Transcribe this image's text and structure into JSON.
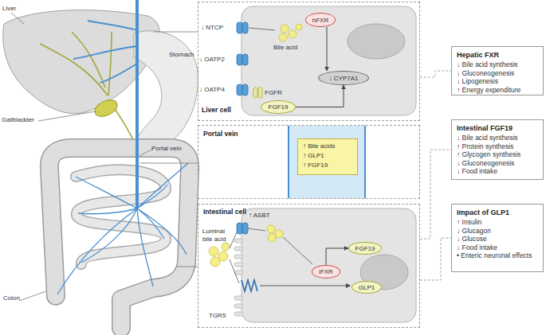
{
  "diagram": {
    "nodes": [
      {
        "text": [
          "Liver cell"
        ]
      },
      {
        "text": [
          "hFXR"
        ],
        "in": 0
      },
      {
        "text": [
          "↓ CYP7A1"
        ],
        "in": 0
      },
      {
        "text": [
          "FGF19"
        ],
        "in": 0
      },
      {
        "text": [
          "Portal vein"
        ]
      },
      {
        "text": [
          "↑ Bile acids",
          "↑ GLP1",
          "↑ FGF19"
        ],
        "in": 4
      },
      {
        "text": [
          "Intestinal cell"
        ]
      },
      {
        "text": [
          "FGF19"
        ],
        "in": 6
      },
      {
        "text": [
          "iFXR"
        ],
        "in": 6
      },
      {
        "text": [
          "GLP1"
        ],
        "in": 6
      },
      {
        "text": [
          "Hepatic FXR",
          "↓ Bile acid synthesis",
          "↓ Gluconeogenesis",
          "↓ Lipogenesis",
          "↑ Energy expenditure"
        ]
      },
      {
        "text": [
          "Intestinal FGF19",
          "↓ Bile acid synthesis",
          "↑ Protein synthesis",
          "↑ Glycogen synthesis",
          "↓ Gluconeogenesis",
          "↓ Food intake"
        ]
      },
      {
        "text": [
          "Impact of GLP1",
          "↑ Insulin",
          "↓ Glucagon",
          "↓ Glucose",
          "↓ Food intake",
          "• Enteric neuronal effects"
        ]
      }
    ],
    "edges": [
      {
        "from": 1,
        "to": 2,
        "arrow": "to"
      },
      {
        "from": 3,
        "to": 2,
        "arrow": "to"
      },
      {
        "from": 8,
        "to": 7,
        "arrow": "to"
      },
      {
        "from": 0,
        "to": 10,
        "arrow": "none"
      },
      {
        "from": 6,
        "to": 11,
        "arrow": "none"
      },
      {
        "from": 6,
        "to": 12,
        "arrow": "none"
      }
    ],
    "labels": [
      "Liver",
      "Stomach",
      "Gallbladder",
      "Portal vein",
      "Colon",
      "↓ NTCP",
      "↓ OATP2",
      "↓ OATP4",
      "Bile acid",
      "FGFR",
      "Luminal bile acid",
      "↑ ASBT",
      "TGR5"
    ]
  }
}
